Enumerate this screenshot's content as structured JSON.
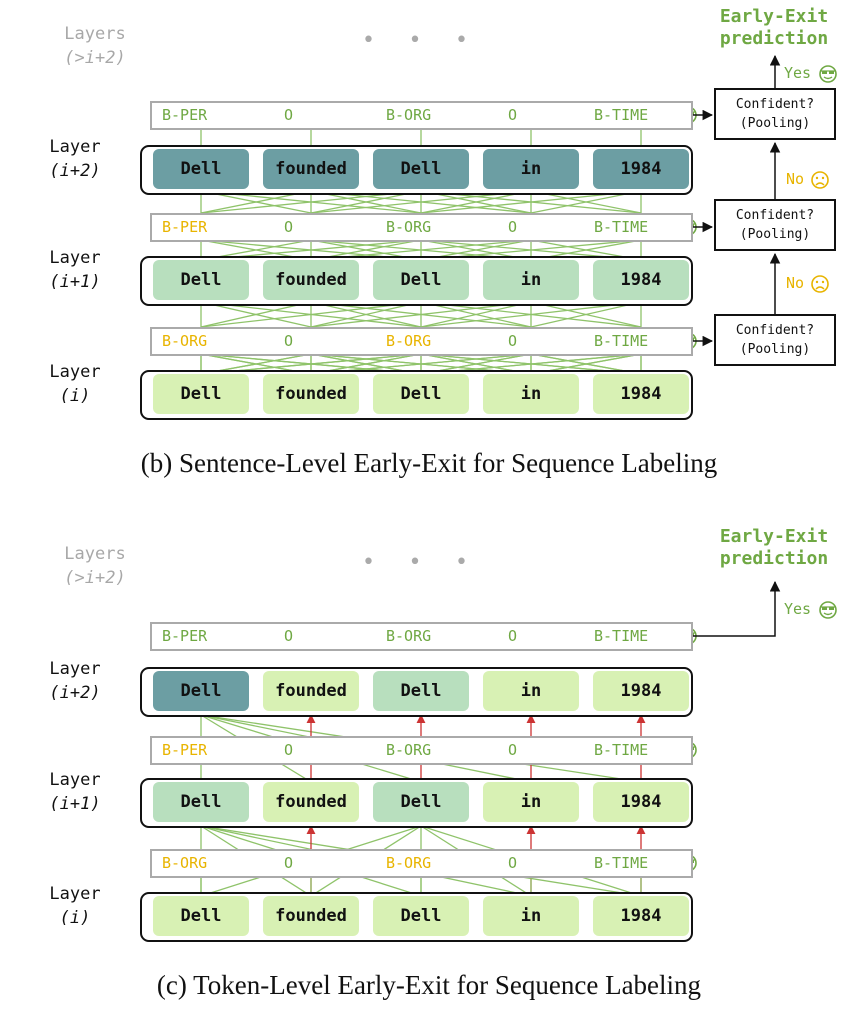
{
  "panels": [
    {
      "id": "b",
      "caption": "(b)  Sentence-Level Early-Exit for Sequence Labeling",
      "dots": "• • •",
      "top_layer_label": [
        "Layers",
        "(>i+2)"
      ],
      "early_exit_label": [
        "Early-Exit",
        "prediction"
      ],
      "yes_text": "Yes",
      "no_text": "No",
      "confident_text": [
        "Confident?",
        "(Pooling)"
      ],
      "layers": [
        {
          "label": [
            "Layer",
            "(i+2)"
          ],
          "tokens": [
            "Dell",
            "founded",
            "Dell",
            "in",
            "1984"
          ],
          "shades": [
            "dark",
            "dark",
            "dark",
            "dark",
            "dark"
          ]
        },
        {
          "label": [
            "Layer",
            "(i+1)"
          ],
          "tokens": [
            "Dell",
            "founded",
            "Dell",
            "in",
            "1984"
          ],
          "shades": [
            "mid",
            "mid",
            "mid",
            "mid",
            "mid"
          ]
        },
        {
          "label": [
            "Layer",
            "(i)"
          ],
          "tokens": [
            "Dell",
            "founded",
            "Dell",
            "in",
            "1984"
          ],
          "shades": [
            "light",
            "light",
            "light",
            "light",
            "light"
          ]
        }
      ],
      "label_rows": [
        {
          "labels": [
            "B-PER",
            "O",
            "B-ORG",
            "O",
            "B-TIME"
          ],
          "status": [
            "ok",
            "ok",
            "ok",
            "ok",
            "ok"
          ]
        },
        {
          "labels": [
            "B-PER",
            "O",
            "B-ORG",
            "O",
            "B-TIME"
          ],
          "status": [
            "warn",
            "ok",
            "ok",
            "ok",
            "ok"
          ]
        },
        {
          "labels": [
            "B-ORG",
            "O",
            "B-ORG",
            "O",
            "B-TIME"
          ],
          "status": [
            "warn",
            "ok",
            "warn",
            "ok",
            "ok"
          ]
        }
      ]
    },
    {
      "id": "c",
      "caption": "(c)  Token-Level Early-Exit for Sequence Labeling",
      "dots": "• • •",
      "top_layer_label": [
        "Layers",
        "(>i+2)"
      ],
      "early_exit_label": [
        "Early-Exit",
        "prediction"
      ],
      "yes_text": "Yes",
      "layers": [
        {
          "label": [
            "Layer",
            "(i+2)"
          ],
          "tokens": [
            "Dell",
            "founded",
            "Dell",
            "in",
            "1984"
          ],
          "shades": [
            "dark",
            "light",
            "mid",
            "light",
            "light"
          ]
        },
        {
          "label": [
            "Layer",
            "(i+1)"
          ],
          "tokens": [
            "Dell",
            "founded",
            "Dell",
            "in",
            "1984"
          ],
          "shades": [
            "mid",
            "light",
            "mid",
            "light",
            "light"
          ]
        },
        {
          "label": [
            "Layer",
            "(i)"
          ],
          "tokens": [
            "Dell",
            "founded",
            "Dell",
            "in",
            "1984"
          ],
          "shades": [
            "light",
            "light",
            "light",
            "light",
            "light"
          ]
        }
      ],
      "label_rows": [
        {
          "labels": [
            "B-PER",
            "O",
            "B-ORG",
            "O",
            "B-TIME"
          ],
          "status": [
            "ok",
            "ok",
            "ok",
            "ok",
            "ok"
          ]
        },
        {
          "labels": [
            "B-PER",
            "O",
            "B-ORG",
            "O",
            "B-TIME"
          ],
          "status": [
            "warn",
            "ok",
            "ok",
            "ok",
            "ok"
          ]
        },
        {
          "labels": [
            "B-ORG",
            "O",
            "B-ORG",
            "O",
            "B-TIME"
          ],
          "status": [
            "warn",
            "ok",
            "warn",
            "ok",
            "ok"
          ]
        }
      ]
    }
  ],
  "colors": {
    "ok": "#6fa843",
    "warn": "#e8b400",
    "edge": "#8fc36a",
    "copy_arrow": "#cc3333",
    "token_dark": "#6c9ea3",
    "token_mid": "#b8dfbe",
    "token_light": "#d8f1b4",
    "muted": "#aaaaaa"
  }
}
